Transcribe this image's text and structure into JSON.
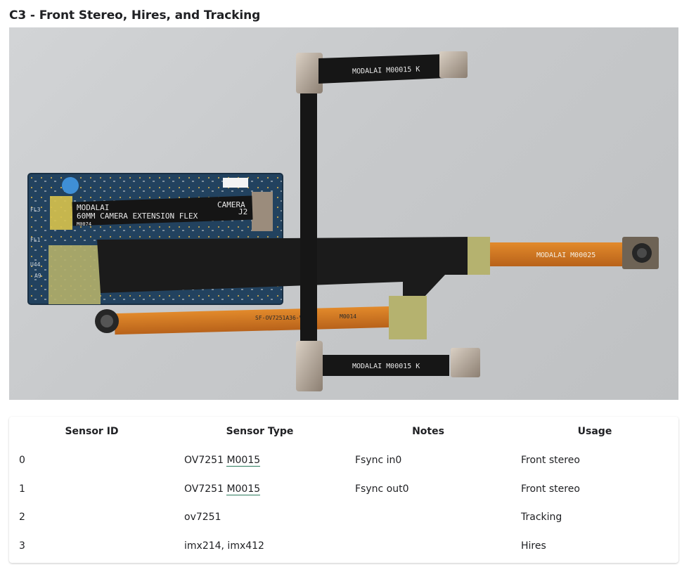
{
  "page": {
    "title": "C3 - Front Stereo, Hires, and Tracking"
  },
  "photo": {
    "board_label_line1": "MODALAI",
    "board_label_line2": "60MM CAMERA EXTENSION FLEX",
    "board_part": "M0074",
    "camera_label": "CAMERA",
    "camera_connector": "J2",
    "flex_top_label": "MODALAI M00015 K",
    "flex_bottom_label": "MODALAI M00015 K",
    "flex_right_label": "MODALAI M00025",
    "flex_left_label": "SF-OV7251A36-V1.0",
    "flex_left_part": "M0014",
    "pcb_marks": [
      "FL3",
      "U44",
      "FL1",
      "A9"
    ]
  },
  "table": {
    "headers": [
      "Sensor ID",
      "Sensor Type",
      "Notes",
      "Usage"
    ],
    "rows": [
      {
        "id": "0",
        "type_prefix": "OV7251 ",
        "type_link": "M0015",
        "type": "",
        "notes": "Fsync in0",
        "usage": "Front stereo"
      },
      {
        "id": "1",
        "type_prefix": "OV7251 ",
        "type_link": "M0015",
        "type": "",
        "notes": "Fsync out0",
        "usage": "Front stereo"
      },
      {
        "id": "2",
        "type_prefix": "",
        "type_link": "",
        "type": "ov7251",
        "notes": "",
        "usage": "Tracking"
      },
      {
        "id": "3",
        "type_prefix": "",
        "type_link": "",
        "type": "imx214, imx412",
        "notes": "",
        "usage": "Hires"
      }
    ]
  }
}
